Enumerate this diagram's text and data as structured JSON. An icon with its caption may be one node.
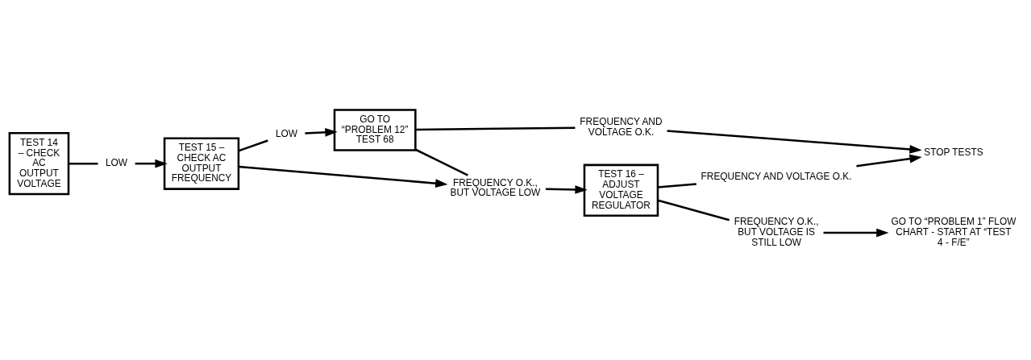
{
  "diagram": {
    "nodes": [
      {
        "text": [
          "TEST 14 – CHECK AC OUTPUT VOLTAGE"
        ]
      },
      {
        "text": [
          "LOW"
        ]
      },
      {
        "text": [
          "TEST 15 – CHECK AC OUTPUT FREQUENCY"
        ]
      },
      {
        "text": [
          "LOW"
        ]
      },
      {
        "text": [
          "GO TO “PROBLEM 12” TEST 68"
        ]
      },
      {
        "text": [
          "FREQUENCY AND VOLTAGE O.K."
        ]
      },
      {
        "text": [
          "FREQUENCY O.K., BUT VOLTAGE LOW"
        ]
      },
      {
        "text": [
          "TEST 16 – ADJUST VOLTAGE REGULATOR"
        ]
      },
      {
        "text": [
          "FREQUENCY AND VOLTAGE O.K."
        ]
      },
      {
        "text": [
          "STOP TESTS"
        ]
      },
      {
        "text": [
          "FREQUENCY O.K., BUT VOLTAGE IS STILL LOW"
        ]
      },
      {
        "text": [
          "GO TO “PROBLEM 1” FLOW CHART - START AT “TEST 4 - F/E”"
        ]
      }
    ],
    "edges": [
      {
        "from": 0,
        "to": 1,
        "arrow": "none"
      },
      {
        "from": 1,
        "to": 2,
        "arrow": "to"
      },
      {
        "from": 2,
        "to": 3,
        "arrow": "none"
      },
      {
        "from": 3,
        "to": 4,
        "arrow": "to"
      },
      {
        "from": 4,
        "to": 5,
        "arrow": "none"
      },
      {
        "from": 5,
        "to": 9,
        "arrow": "to"
      },
      {
        "from": 2,
        "to": 6,
        "arrow": "to"
      },
      {
        "from": 4,
        "to": 6,
        "arrow": "none"
      },
      {
        "from": 6,
        "to": 7,
        "arrow": "to"
      },
      {
        "from": 7,
        "to": 8,
        "arrow": "none"
      },
      {
        "from": 8,
        "to": 9,
        "arrow": "to"
      },
      {
        "from": 7,
        "to": 10,
        "arrow": "none"
      },
      {
        "from": 10,
        "to": 11,
        "arrow": "to"
      }
    ]
  }
}
